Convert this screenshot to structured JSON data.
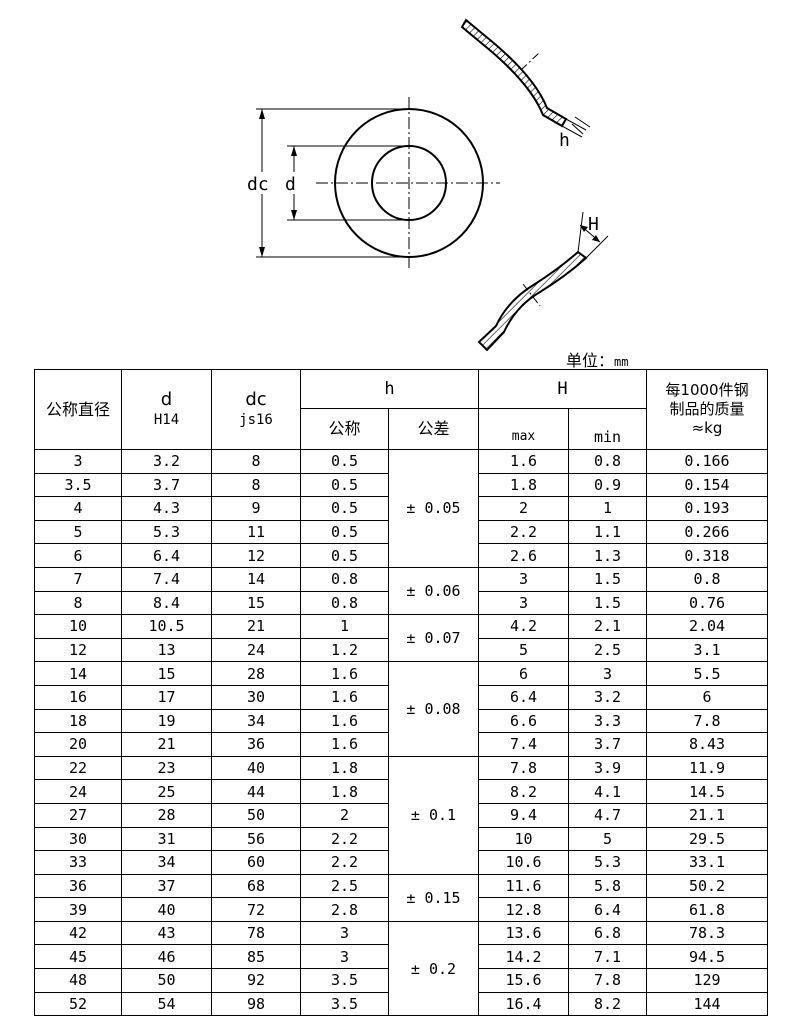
{
  "drawing": {
    "labels": {
      "dc": "dc",
      "d": "d",
      "h": "h",
      "H": "H"
    }
  },
  "unit": {
    "label": "单位：",
    "value": "mm"
  },
  "table": {
    "header": {
      "nominal": "公称直径",
      "d": "d",
      "d_tol": "H14",
      "dc": "dc",
      "dc_tol": "js16",
      "h": "h",
      "h_nominal": "公称",
      "h_tol": "公差",
      "H": "H",
      "H_max": "max",
      "H_min": "min",
      "mass_line1": "每1000件钢",
      "mass_line2": "制品的质量",
      "mass_line3": "≈kg"
    },
    "rows": [
      [
        "3",
        "3.2",
        "8",
        "0.5",
        "1.6",
        "0.8",
        "0.166"
      ],
      [
        "3.5",
        "3.7",
        "8",
        "0.5",
        "1.8",
        "0.9",
        "0.154"
      ],
      [
        "4",
        "4.3",
        "9",
        "0.5",
        "2",
        "1",
        "0.193"
      ],
      [
        "5",
        "5.3",
        "11",
        "0.5",
        "2.2",
        "1.1",
        "0.266"
      ],
      [
        "6",
        "6.4",
        "12",
        "0.5",
        "2.6",
        "1.3",
        "0.318"
      ],
      [
        "7",
        "7.4",
        "14",
        "0.8",
        "3",
        "1.5",
        "0.8"
      ],
      [
        "8",
        "8.4",
        "15",
        "0.8",
        "3",
        "1.5",
        "0.76"
      ],
      [
        "10",
        "10.5",
        "21",
        "1",
        "4.2",
        "2.1",
        "2.04"
      ],
      [
        "12",
        "13",
        "24",
        "1.2",
        "5",
        "2.5",
        "3.1"
      ],
      [
        "14",
        "15",
        "28",
        "1.6",
        "6",
        "3",
        "5.5"
      ],
      [
        "16",
        "17",
        "30",
        "1.6",
        "6.4",
        "3.2",
        "6"
      ],
      [
        "18",
        "19",
        "34",
        "1.6",
        "6.6",
        "3.3",
        "7.8"
      ],
      [
        "20",
        "21",
        "36",
        "1.6",
        "7.4",
        "3.7",
        "8.43"
      ],
      [
        "22",
        "23",
        "40",
        "1.8",
        "7.8",
        "3.9",
        "11.9"
      ],
      [
        "24",
        "25",
        "44",
        "1.8",
        "8.2",
        "4.1",
        "14.5"
      ],
      [
        "27",
        "28",
        "50",
        "2",
        "9.4",
        "4.7",
        "21.1"
      ],
      [
        "30",
        "31",
        "56",
        "2.2",
        "10",
        "5",
        "29.5"
      ],
      [
        "33",
        "34",
        "60",
        "2.2",
        "10.6",
        "5.3",
        "33.1"
      ],
      [
        "36",
        "37",
        "68",
        "2.5",
        "11.6",
        "5.8",
        "50.2"
      ],
      [
        "39",
        "40",
        "72",
        "2.8",
        "12.8",
        "6.4",
        "61.8"
      ],
      [
        "42",
        "43",
        "78",
        "3",
        "13.6",
        "6.8",
        "78.3"
      ],
      [
        "45",
        "46",
        "85",
        "3",
        "14.2",
        "7.1",
        "94.5"
      ],
      [
        "48",
        "50",
        "92",
        "3.5",
        "15.6",
        "7.8",
        "129"
      ],
      [
        "52",
        "54",
        "98",
        "3.5",
        "16.4",
        "8.2",
        "144"
      ]
    ],
    "tolerance_groups": [
      {
        "rows": 5,
        "value": "± 0.05"
      },
      {
        "rows": 2,
        "value": "± 0.06"
      },
      {
        "rows": 2,
        "value": "± 0.07"
      },
      {
        "rows": 4,
        "value": "± 0.08"
      },
      {
        "rows": 5,
        "value": "± 0.1"
      },
      {
        "rows": 2,
        "value": "± 0.15"
      },
      {
        "rows": 4,
        "value": "± 0.2"
      }
    ]
  }
}
